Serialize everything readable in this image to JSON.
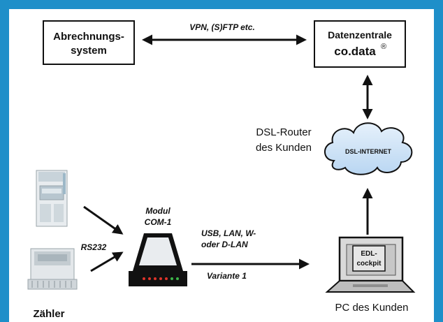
{
  "billing_box": {
    "line1": "Abrechnungs-",
    "line2": "system"
  },
  "datacenter_box": {
    "line1": "Datenzentrale",
    "line2": "co.data",
    "mark": "®"
  },
  "top_link_label": "VPN, (S)FTP etc.",
  "router_label": {
    "line1": "DSL-Router",
    "line2": "des Kunden"
  },
  "cloud_label": "DSL-INTERNET",
  "module_label": {
    "line1": "Modul",
    "line2": "COM-1"
  },
  "rs232_label": "RS232",
  "connection_label": {
    "line1": "USB, LAN, W-",
    "line2": "oder D-LAN"
  },
  "variant_label": "Variante 1",
  "meter_label": "Zähler",
  "pc_label": "PC des Kunden",
  "screen_label": {
    "line1": "EDL-",
    "line2": "cockpit"
  },
  "colors": {
    "border": "#1e8fc9",
    "background": "#ffffff",
    "ink": "#111111",
    "cloud": "#cfe3f7"
  }
}
